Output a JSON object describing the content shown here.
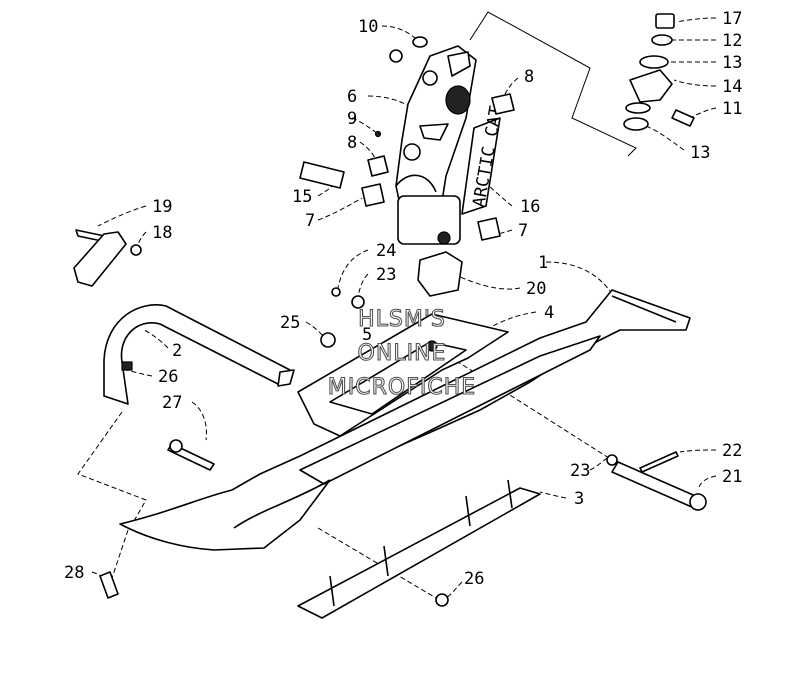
{
  "diagram": {
    "callouts": [
      {
        "id": "c10",
        "text": "10"
      },
      {
        "id": "c6",
        "text": "6"
      },
      {
        "id": "c9",
        "text": "9"
      },
      {
        "id": "c8a",
        "text": "8"
      },
      {
        "id": "c8b",
        "text": "8"
      },
      {
        "id": "c15",
        "text": "15"
      },
      {
        "id": "c7a",
        "text": "7"
      },
      {
        "id": "c7b",
        "text": "7"
      },
      {
        "id": "c16",
        "text": "16"
      },
      {
        "id": "c17",
        "text": "17"
      },
      {
        "id": "c12",
        "text": "12"
      },
      {
        "id": "c13a",
        "text": "13"
      },
      {
        "id": "c14",
        "text": "14"
      },
      {
        "id": "c11",
        "text": "11"
      },
      {
        "id": "c13b",
        "text": "13"
      },
      {
        "id": "c19",
        "text": "19"
      },
      {
        "id": "c18",
        "text": "18"
      },
      {
        "id": "c24",
        "text": "24"
      },
      {
        "id": "c23a",
        "text": "23"
      },
      {
        "id": "c20",
        "text": "20"
      },
      {
        "id": "c1",
        "text": "1"
      },
      {
        "id": "c25",
        "text": "25"
      },
      {
        "id": "c5",
        "text": "5"
      },
      {
        "id": "c4",
        "text": "4"
      },
      {
        "id": "c2",
        "text": "2"
      },
      {
        "id": "c26a",
        "text": "26"
      },
      {
        "id": "c27",
        "text": "27"
      },
      {
        "id": "c22",
        "text": "22"
      },
      {
        "id": "c23b",
        "text": "23"
      },
      {
        "id": "c21",
        "text": "21"
      },
      {
        "id": "c3",
        "text": "3"
      },
      {
        "id": "c28",
        "text": "28"
      },
      {
        "id": "c26b",
        "text": "26"
      }
    ],
    "watermark": [
      "HLSM'S",
      "ONLINE",
      "MICROFICHE"
    ],
    "spindle_decal": "ARCTIC CAT"
  }
}
